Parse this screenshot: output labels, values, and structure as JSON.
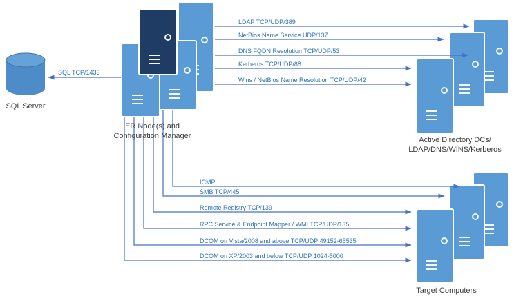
{
  "diagram": {
    "nodes": {
      "sql_server": {
        "label": "SQL Server"
      },
      "er_nodes": {
        "line1": "ER Node(s) and",
        "line2": "Configuration Manager"
      },
      "active_directory": {
        "line1": "Active Directory DCs/",
        "line2": "LDAP/DNS/WINS/Kerberos"
      },
      "target_computers": {
        "label": "Target Computers"
      }
    },
    "connections": [
      {
        "id": "sql",
        "from": "er_nodes",
        "to": "sql_server",
        "label": "SQL TCP/1433"
      },
      {
        "id": "ldap",
        "from": "er_nodes",
        "to": "active_directory",
        "label": "LDAP TCP/UDP/389"
      },
      {
        "id": "netbios_ns",
        "from": "er_nodes",
        "to": "active_directory",
        "label": "NetBios Name Service  UDP/137"
      },
      {
        "id": "dns_fqdn",
        "from": "er_nodes",
        "to": "active_directory",
        "label": "DNS FQDN Resolution TCP/UDP/53"
      },
      {
        "id": "kerberos",
        "from": "er_nodes",
        "to": "active_directory",
        "label": "Kerberos  TCP/UDP/88"
      },
      {
        "id": "wins_netbios",
        "from": "er_nodes",
        "to": "active_directory",
        "label": "Wins / NetBios Name Resolution  TCP/UDP/42"
      },
      {
        "id": "icmp",
        "from": "er_nodes",
        "to": "target_computers",
        "label": "ICMP"
      },
      {
        "id": "smb",
        "from": "er_nodes",
        "to": "target_computers",
        "label": "SMB TCP/445"
      },
      {
        "id": "remote_registry",
        "from": "er_nodes",
        "to": "target_computers",
        "label": "Remote Registry TCP/139"
      },
      {
        "id": "rpc_wmi",
        "from": "er_nodes",
        "to": "target_computers",
        "label": "RPC Service & Endpoint Mapper / WMI TCP/UDP/135"
      },
      {
        "id": "dcom_vista",
        "from": "er_nodes",
        "to": "target_computers",
        "label": "DCOM on Vista/2008 and above TCP/UDP 49152-65535"
      },
      {
        "id": "dcom_xp",
        "from": "er_nodes",
        "to": "target_computers",
        "label": "DCOM on XP/2003 and below TCP/UDP 1024-5000"
      }
    ],
    "colors": {
      "server": "#5B9BD5",
      "server_dark": "#1E3C64",
      "wire": "#4472C4",
      "wire_label": "#2E74B5",
      "node_label": "#3F3F3F"
    }
  }
}
